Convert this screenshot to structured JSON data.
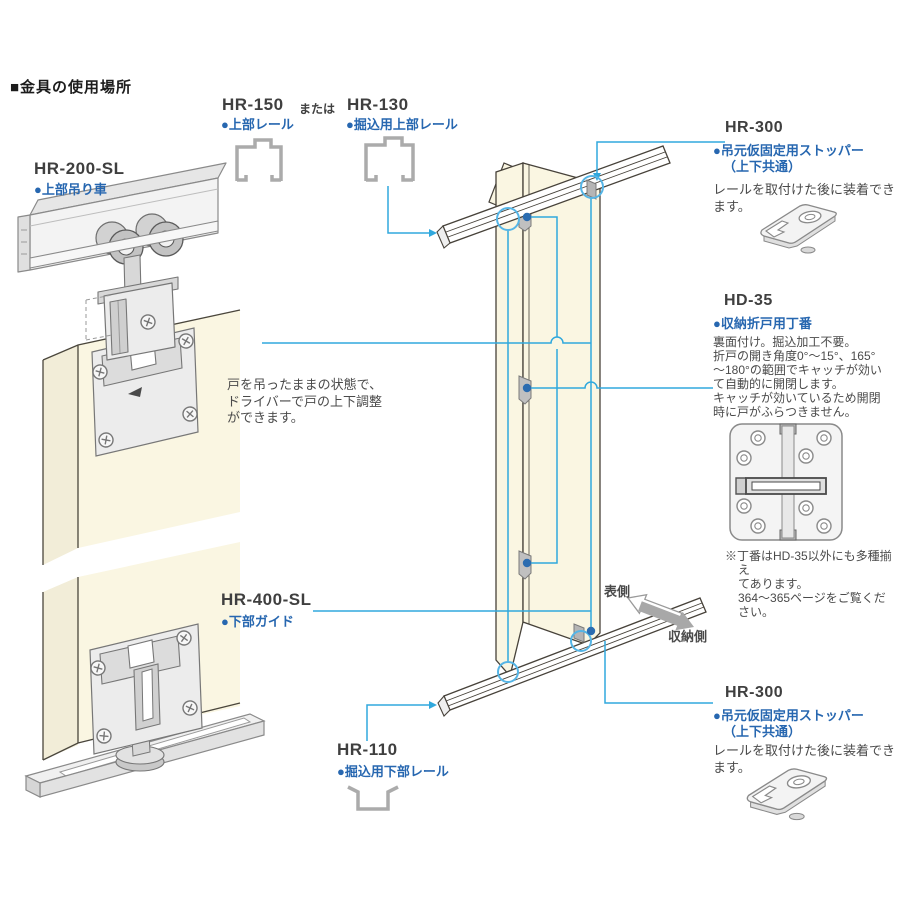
{
  "title": "■金具の使用場所",
  "colors": {
    "leader_cyan": "#30a8dd",
    "label_blue": "#2767b0",
    "code_dark": "#3f3f3f",
    "body_text": "#4a4a4a",
    "door_cream": "#faf6e2",
    "hardware_gray": "#ececec",
    "hinge_dot_blue": "#2b6cb0",
    "highlight_circle_blue": "#55b5e6"
  },
  "parts": {
    "hr150": {
      "code": "HR-150",
      "name": "●上部レール"
    },
    "or_text": "または",
    "hr130": {
      "code": "HR-130",
      "name": "●掘込用上部レール"
    },
    "hr200sl": {
      "code": "HR-200-SL",
      "name": "●上部吊り車"
    },
    "hr300_top": {
      "code": "HR-300",
      "name": "●吊元仮固定用ストッパー",
      "name2": "（上下共通）",
      "note": "レールを取付けた後に装着でき\nます。"
    },
    "hd35": {
      "code": "HD-35",
      "name": "●収納折戸用丁番",
      "note": "裏面付け。掘込加工不要。\n折戸の開き角度0°～15°、165°\n～180°の範囲でキャッチが効い\nて自動的に開閉します。\nキャッチが効いているため開閉\n時に戸がふらつきません。",
      "footnote": "※丁番はHD-35以外にも多種揃え\nてあります。\n364～365ページをご覧くだ\nさい。"
    },
    "hr400sl": {
      "code": "HR-400-SL",
      "name": "●下部ガイド"
    },
    "hr110": {
      "code": "HR-110",
      "name": "●掘込用下部レール"
    },
    "hr300_bottom": {
      "code": "HR-300",
      "name": "●吊元仮固定用ストッパー",
      "name2": "（上下共通）",
      "note": "レールを取付けた後に装着でき\nます。"
    },
    "adjust_note": "戸を吊ったままの状態で、\nドライバーで戸の上下調整\nができます。",
    "front_label": "表側",
    "storage_label": "収納側"
  },
  "icons": {
    "front_arrow": "outline-block-arrow-up-left",
    "storage_arrow": "solid-block-arrow-down-right",
    "rail_profiles": [
      "top-rail-c-channel",
      "recessed-top-rail-c-channel",
      "recessed-bottom-rail-u-channel"
    ]
  }
}
